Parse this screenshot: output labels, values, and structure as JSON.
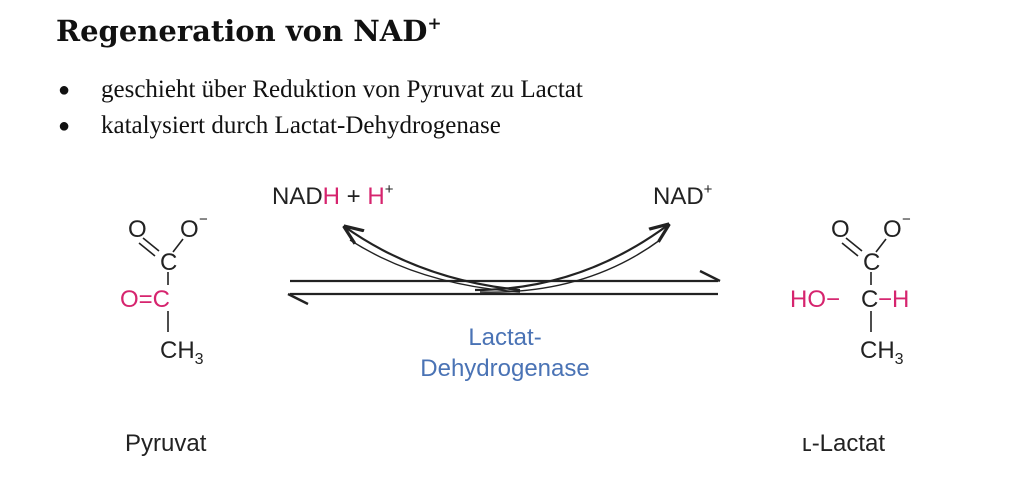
{
  "heading": {
    "text": "Regeneration von NAD",
    "superscript": "+"
  },
  "bullets": [
    "geschieht über Reduktion von Pyruvat zu Lactat",
    "katalysiert durch Lactat-Dehydrogenase"
  ],
  "reaction": {
    "cofactor_left": {
      "part1": "NAD",
      "part2": "H",
      "part3": " + ",
      "part4": "H",
      "sup": "+"
    },
    "cofactor_right": {
      "text": "NAD",
      "sup": "+"
    },
    "enzyme": {
      "line1": "Lactat-",
      "line2": "Dehydrogenase"
    },
    "pyruvat": {
      "name": "Pyruvat",
      "o1": "O",
      "o2": "O",
      "minus": "−",
      "c1": "C",
      "oeq": "O=C",
      "ch3": "CH",
      "sub3": "3"
    },
    "lactat": {
      "name": "ʟ-Lactat",
      "o1": "O",
      "o2": "O",
      "minus": "−",
      "c1": "C",
      "ho": "HO−",
      "c2": "C",
      "h": "−H",
      "ch3": "CH",
      "sub3": "3"
    },
    "colors": {
      "highlight": "#d6246e",
      "enzyme": "#4a73b5",
      "text": "#222222"
    }
  }
}
